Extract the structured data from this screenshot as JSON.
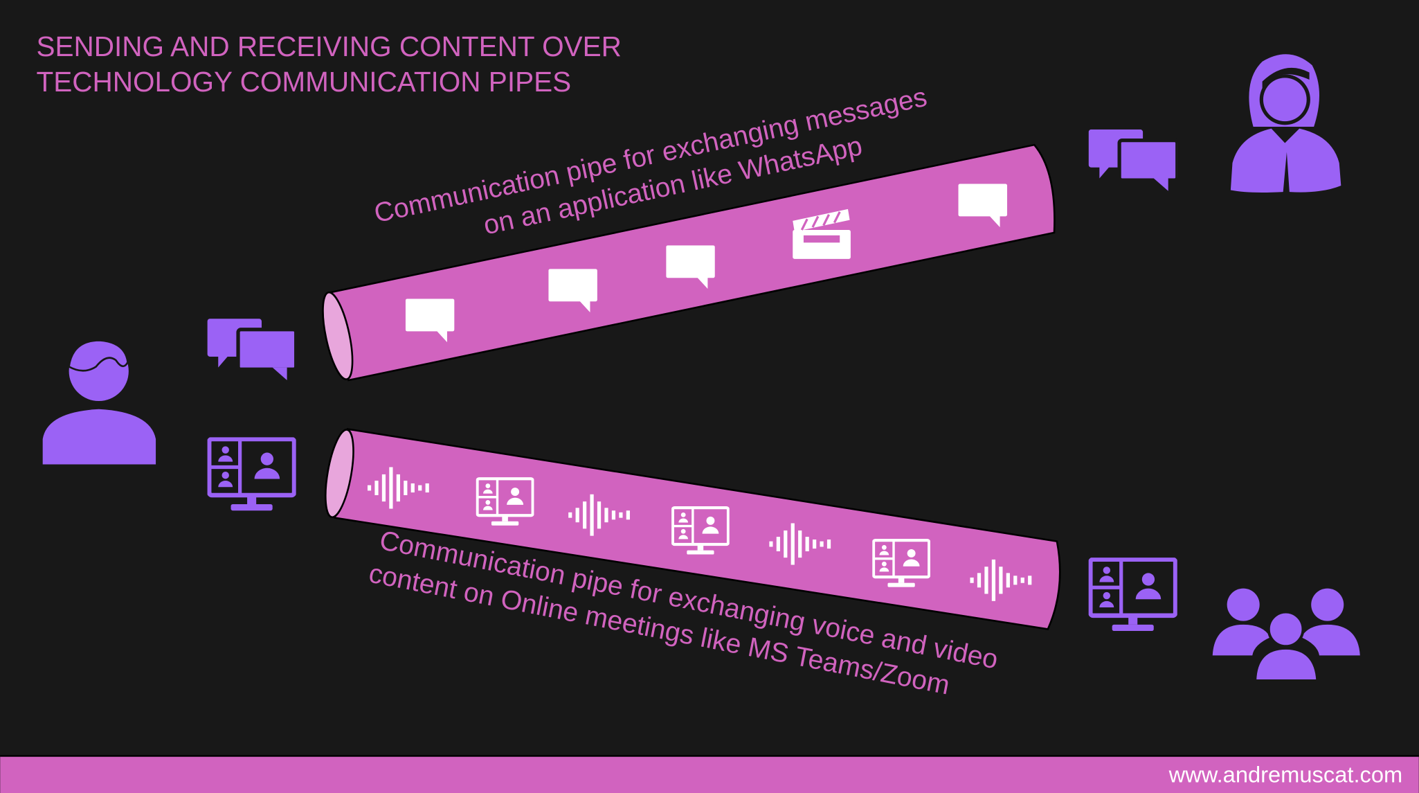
{
  "title": {
    "line1": "SENDING AND RECEIVING CONTENT OVER",
    "line2": "TECHNOLOGY COMMUNICATION PIPES"
  },
  "top_pipe": {
    "label_line1": "Communication pipe for exchanging messages",
    "label_line2": "on an application like WhatsApp"
  },
  "bottom_pipe": {
    "label_line1": "Communication pipe for exchanging voice and video",
    "label_line2": "content on Online meetings like MS Teams/Zoom"
  },
  "footer": {
    "url": "www.andremuscat.com"
  },
  "colors": {
    "background": "#181818",
    "pink": "#d163bf",
    "purple": "#9b62f5",
    "white": "#ffffff"
  }
}
